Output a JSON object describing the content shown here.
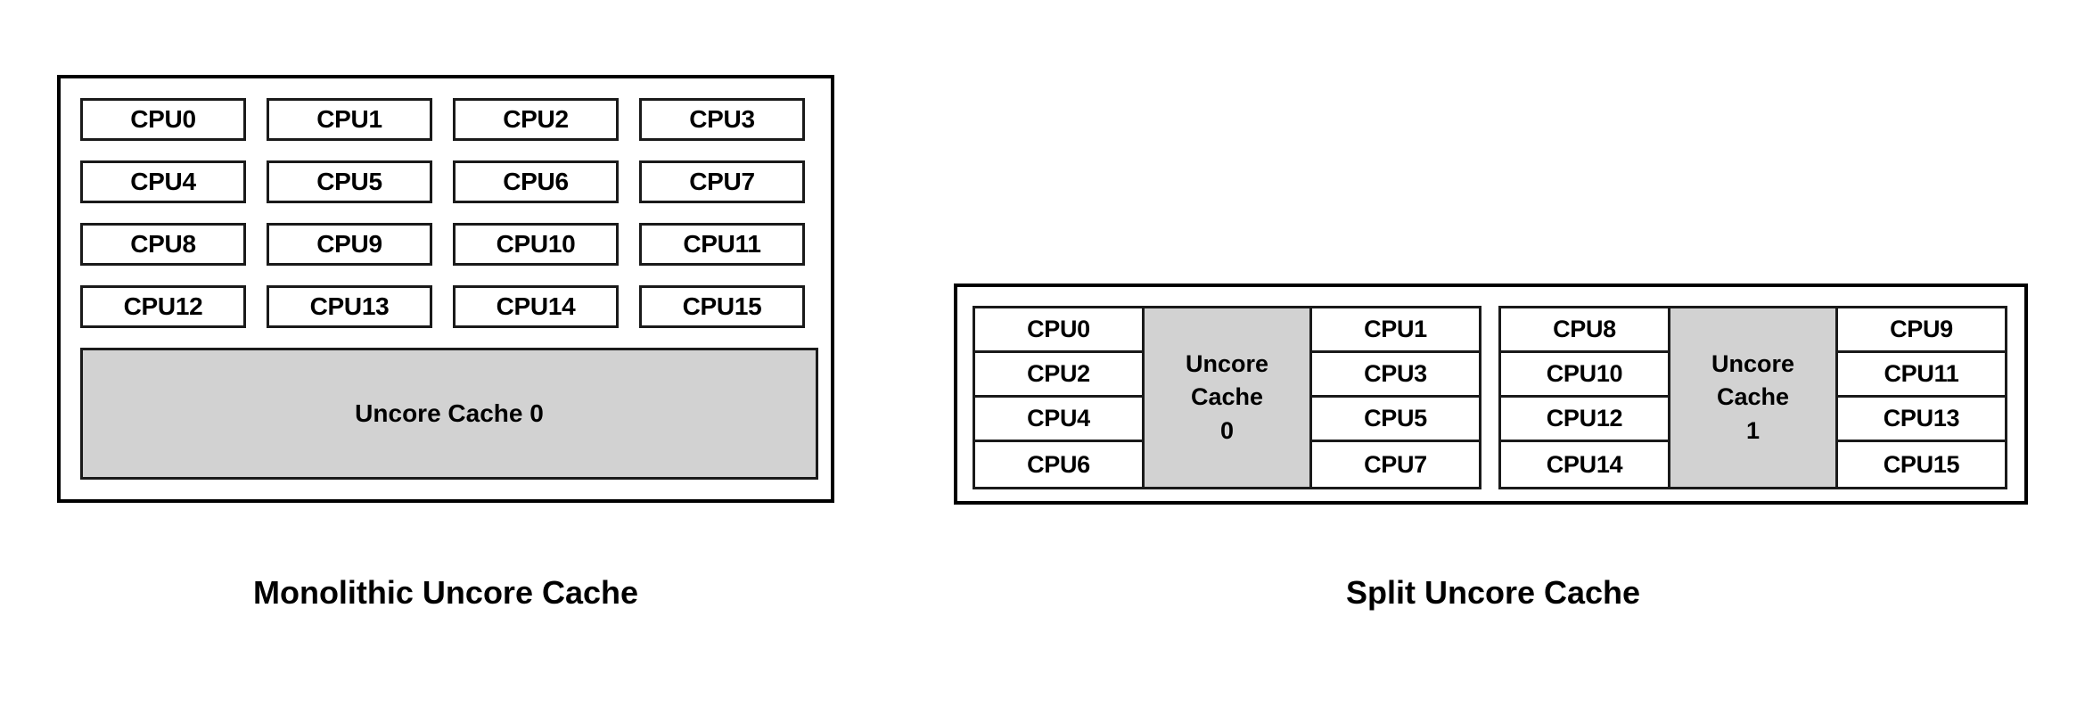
{
  "figure": {
    "background_color": "#ffffff",
    "line_color": "#1a1a1a",
    "cache_fill_color": "#d2d2d2"
  },
  "monolithic": {
    "caption": "Monolithic Uncore Cache",
    "cpus": [
      "CPU0",
      "CPU1",
      "CPU2",
      "CPU3",
      "CPU4",
      "CPU5",
      "CPU6",
      "CPU7",
      "CPU8",
      "CPU9",
      "CPU10",
      "CPU11",
      "CPU12",
      "CPU13",
      "CPU14",
      "CPU15"
    ],
    "cache_label": "Uncore Cache 0"
  },
  "split": {
    "caption": "Split Uncore Cache",
    "clusters": [
      {
        "left_cpus": [
          "CPU0",
          "CPU2",
          "CPU4",
          "CPU6"
        ],
        "cache_line1": "Uncore",
        "cache_line2": "Cache",
        "cache_line3": "0",
        "right_cpus": [
          "CPU1",
          "CPU3",
          "CPU5",
          "CPU7"
        ]
      },
      {
        "left_cpus": [
          "CPU8",
          "CPU10",
          "CPU12",
          "CPU14"
        ],
        "cache_line1": "Uncore",
        "cache_line2": "Cache",
        "cache_line3": "1",
        "right_cpus": [
          "CPU9",
          "CPU11",
          "CPU13",
          "CPU15"
        ]
      }
    ]
  }
}
